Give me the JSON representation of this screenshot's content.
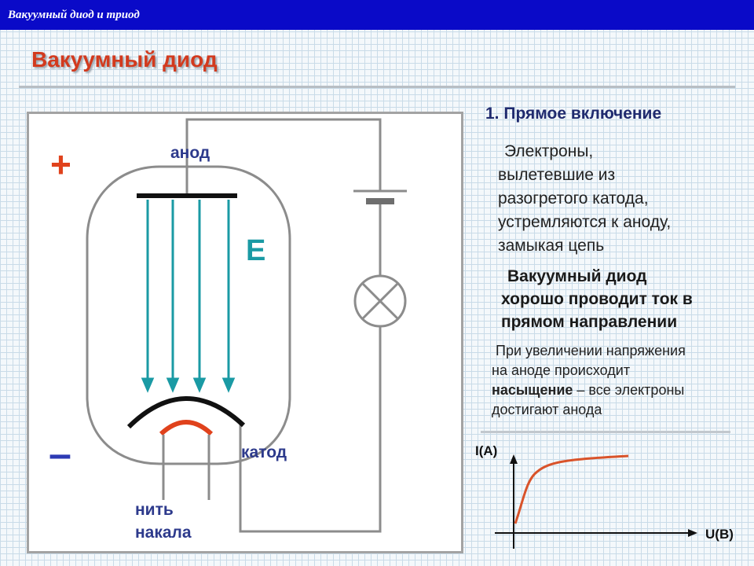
{
  "header": {
    "title": "Вакуумный диод и триод"
  },
  "slide": {
    "title": "Вакуумный диод"
  },
  "diagram": {
    "anode_label": "анод",
    "cathode_label": "катод",
    "filament_label_1": "нить",
    "filament_label_2": "накала",
    "plus_sign": "+",
    "minus_sign": "–",
    "field_label": "E",
    "colors": {
      "field_lines": "#1a9aa4",
      "filament": "#e0421c",
      "wire": "#8c8c8c",
      "electrodes": "#111111"
    }
  },
  "text": {
    "point_title": "1. Прямое включение",
    "para1": [
      "Электроны,",
      "вылетевшие из",
      "разогретого катода,",
      "устремляются к аноду,",
      "замыкая цепь"
    ],
    "para2": [
      "Вакуумный диод",
      "хорошо проводит ток в",
      "прямом направлении"
    ],
    "para3_line1": "При увеличении напряжения",
    "para3_line2": "на аноде происходит",
    "para3_bold": "насыщение",
    "para3_line3_rest": " – все электроны",
    "para3_line4": "достигают анода"
  },
  "graph": {
    "y_label": "I(A)",
    "x_label": "U(B)",
    "curve_color": "#d9532a"
  }
}
